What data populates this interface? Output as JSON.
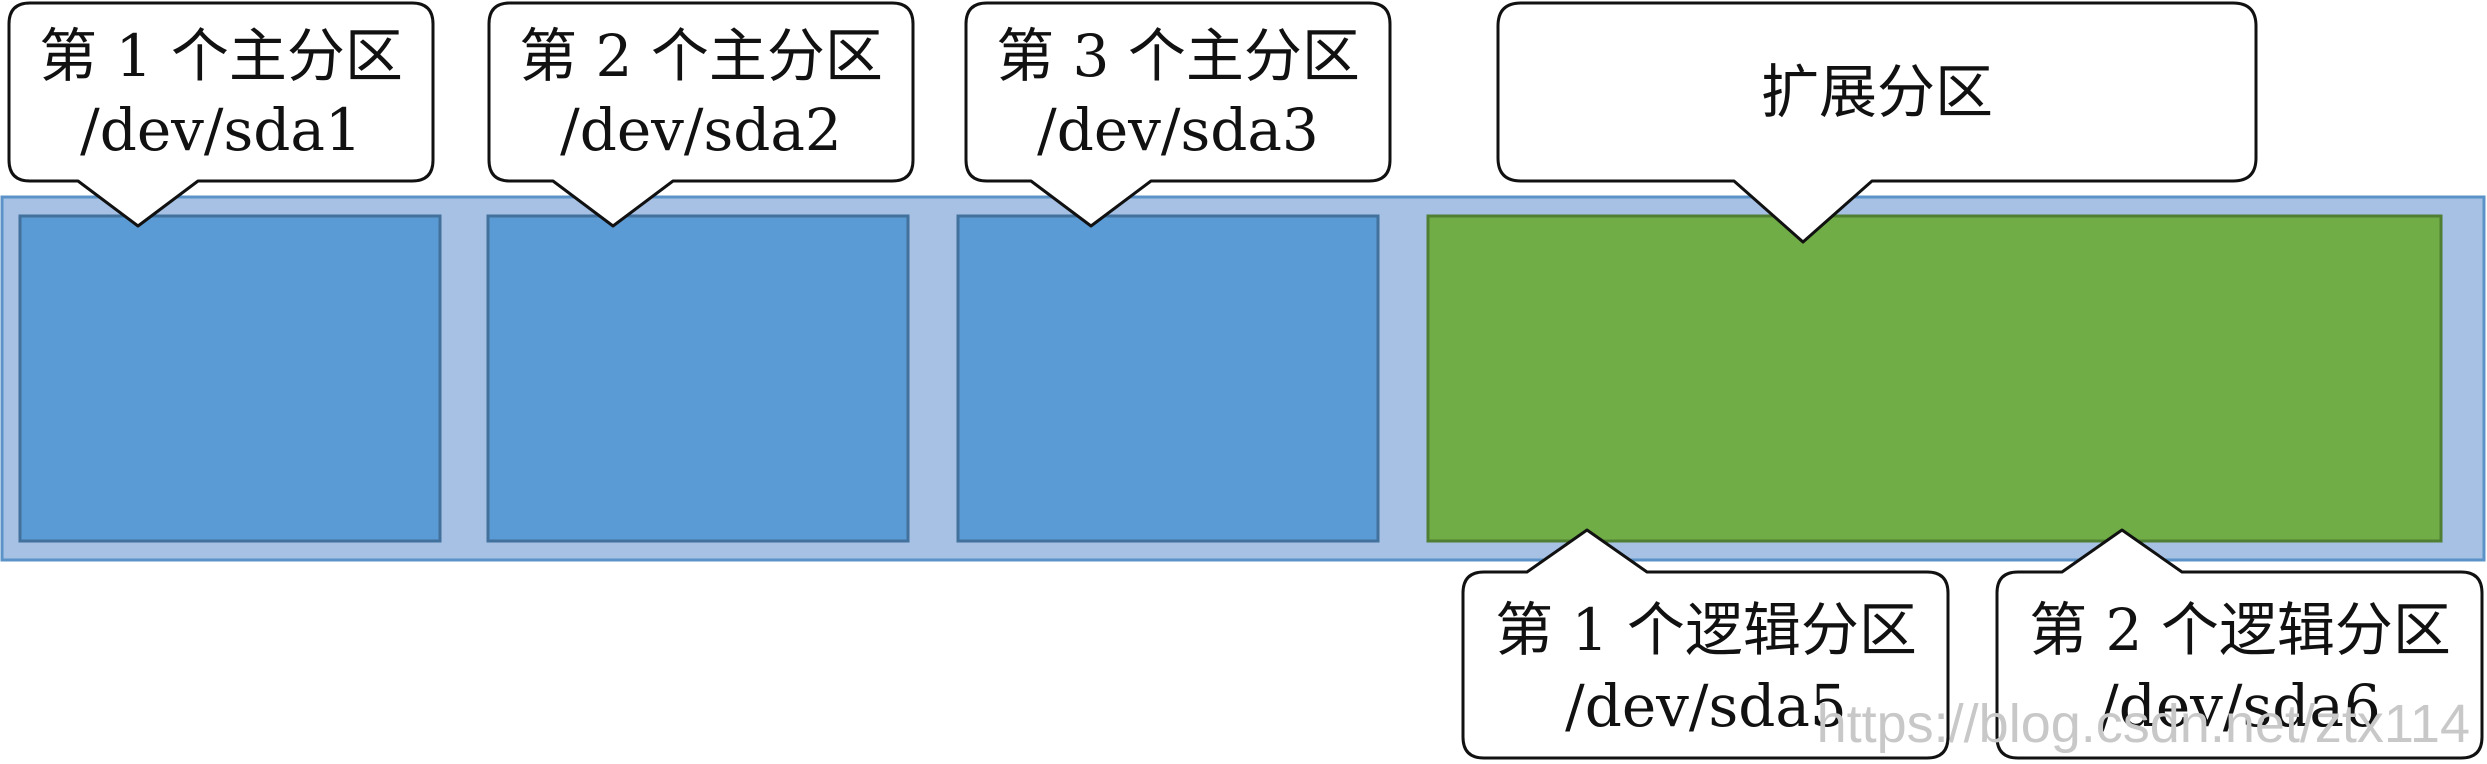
{
  "colors": {
    "disk_fill": "#a6c1e4",
    "disk_stroke": "#5b93c8",
    "primary_fill": "#5b9bd5",
    "primary_stroke": "#41719c",
    "extended_fill": "#70ad47",
    "extended_stroke": "#507e32",
    "callout_fill": "#ffffff",
    "callout_stroke": "#111111"
  },
  "primary_partitions": [
    {
      "name": "第 1 个主分区",
      "device": "/dev/sda1"
    },
    {
      "name": "第 2 个主分区",
      "device": "/dev/sda2"
    },
    {
      "name": "第 3 个主分区",
      "device": "/dev/sda3"
    }
  ],
  "extended_partition": {
    "name": "扩展分区"
  },
  "logical_partitions": [
    {
      "name": "第 1 个逻辑分区",
      "device": "/dev/sda5"
    },
    {
      "name": "第 2 个逻辑分区",
      "device": "/dev/sda6"
    }
  ],
  "watermark": "https://blog.csdn.net/ztx114"
}
